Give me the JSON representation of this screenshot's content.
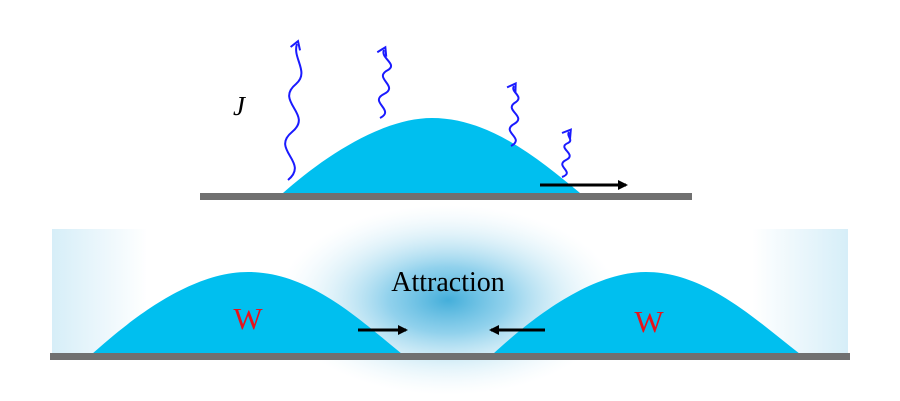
{
  "top_panel": {
    "flux_label": "J"
  },
  "bottom_panel": {
    "interaction_label": "Attraction",
    "left_droplet_label": "W",
    "right_droplet_label": "W"
  },
  "colors": {
    "droplet": "#00bfef",
    "substrate": "#707070",
    "wave": "#1a1aff",
    "arrow": "#000000",
    "droplet_label": "#e8121a",
    "halo": "#8fd0ea"
  }
}
